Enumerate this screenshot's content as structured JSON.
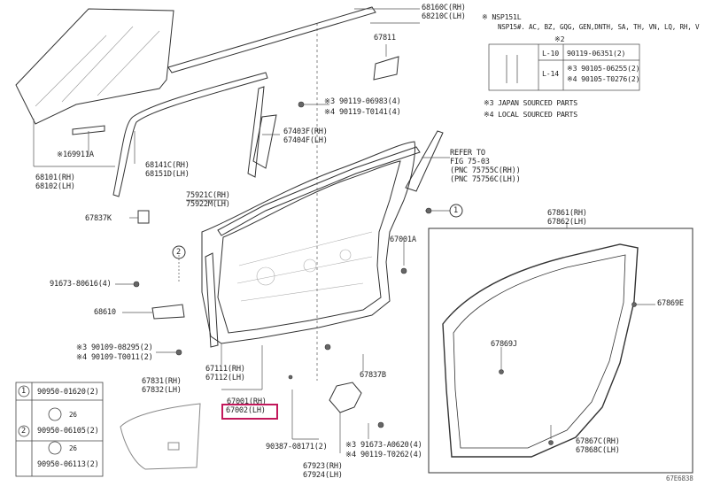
{
  "colors": {
    "highlight": "#c2185b",
    "line": "#333333",
    "hatch": "#9a9a9a"
  },
  "notes": {
    "nsp_line1": "※ NSP151L",
    "nsp_line2": "NSP15#. AC, BZ, GQG, GEN,DNTH, SA, TH, VN, LQ, RH, V",
    "marker2": "※2",
    "table_row1_code": "L-10",
    "table_row1_part": "90119-06351(2)",
    "table_row2_code": "L-14",
    "table_row2_part_a": "※3 90105-06255(2)",
    "table_row2_part_b": "※4 90105-T0276(2)",
    "japan": "※3 JAPAN SOURCED PARTS",
    "local": "※4 LOCAL SOURCED PARTS"
  },
  "labels": {
    "p68160": "68160C(RH)",
    "p68210": "68210C(LH)",
    "p67811": "67811",
    "p90119a": "※3 90119-06983(4)",
    "p90119b": "※4 90119-T0141(4)",
    "p67403": "67403F(RH)",
    "p67404": "67404F(LH)",
    "refer1": "REFER TO",
    "refer2": "FIG 75-03",
    "refer3": "(PNC 75755C(RH))",
    "refer4": "(PNC 75756C(LH))",
    "p169911": "※169911A",
    "p68141": "68141C(RH)",
    "p68151": "68151D(LH)",
    "p68101": "68101(RH)",
    "p68102": "68102(LH)",
    "p75921": "75921C(RH)",
    "p75922": "75922M(LH)",
    "p67837k": "67837K",
    "p67861": "67861(RH)",
    "p67862": "67862(LH)",
    "p67001a": "67001A",
    "p91673a": "91673-80616(4)",
    "p68610": "68610",
    "p67869e": "67869E",
    "p90109a": "※3 90109-08295(2)",
    "p90109b": "※4 90109-T0011(2)",
    "p67869j": "67869J",
    "p67111": "67111(RH)",
    "p67112": "67112(LH)",
    "p67837b": "67837B",
    "p67001": "67001(RH)",
    "p67002": "67002(LH)",
    "p67831": "67831(RH)",
    "p67832": "67832(LH)",
    "p67867": "67867C(RH)",
    "p67868": "67868C(LH)",
    "p90387": "90387-08171(2)",
    "p91673b": "※3 91673-A0620(4)",
    "p90119c": "※4 90119-T0262(4)",
    "p67923": "67923(RH)",
    "p67924": "67924(LH)",
    "circle1": "1",
    "circle2": "2",
    "fig": "67E6838"
  },
  "legend": {
    "row1_num": "1",
    "row1_part": "90950-01620(2)",
    "dim_a": "26",
    "row2_num": "2",
    "row2_part": "90950-06105(2)",
    "dim_b": "26",
    "row3_part": "90950-06113(2)"
  }
}
